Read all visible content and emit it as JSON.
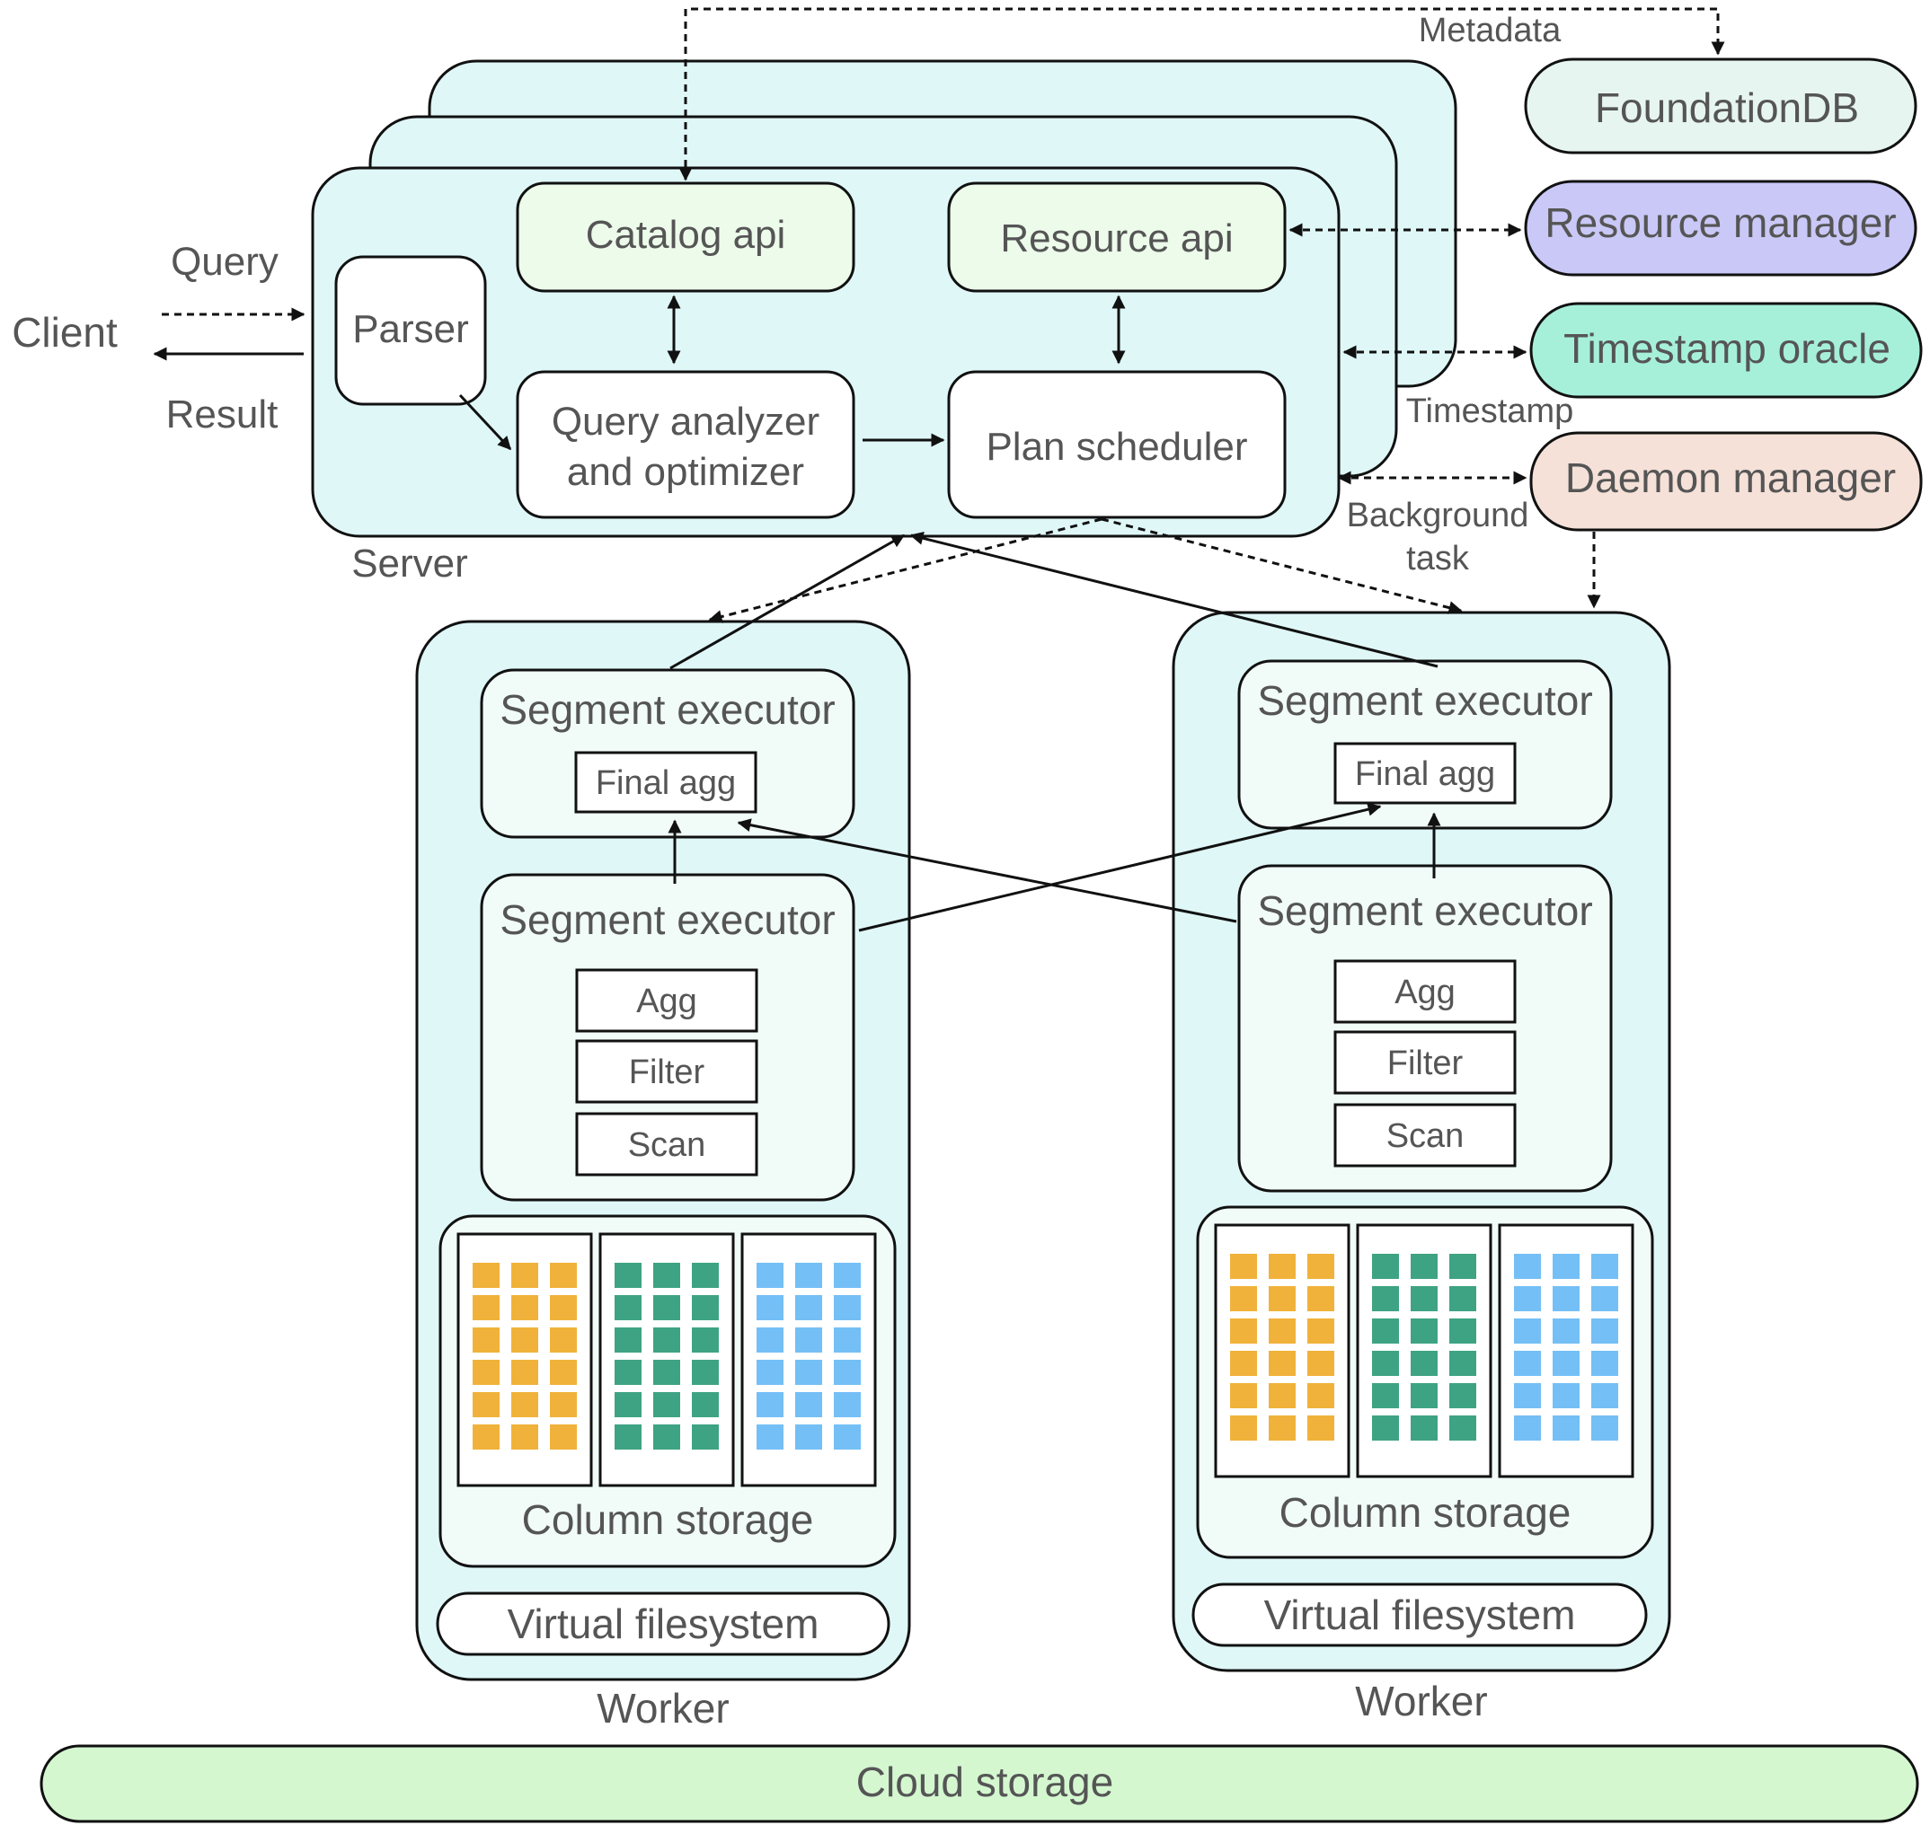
{
  "labels": {
    "metadata": "Metadata",
    "query": "Query",
    "client": "Client",
    "result": "Result",
    "server": "Server",
    "timestamp": "Timestamp",
    "background_line1": "Background",
    "background_line2": "task"
  },
  "server": {
    "catalog_api": "Catalog api",
    "resource_api": "Resource api",
    "parser": "Parser",
    "query_analyzer_line1": "Query analyzer",
    "query_analyzer_line2": "and optimizer",
    "plan_scheduler": "Plan scheduler"
  },
  "services": {
    "foundationdb": "FoundationDB",
    "resource_manager": "Resource manager",
    "timestamp_oracle": "Timestamp oracle",
    "daemon_manager": "Daemon manager"
  },
  "workers": [
    {
      "label": "Worker",
      "segment_top": {
        "title": "Segment executor",
        "op": "Final agg"
      },
      "segment_bottom": {
        "title": "Segment executor",
        "ops": [
          "Agg",
          "Filter",
          "Scan"
        ]
      },
      "column_storage": "Column storage",
      "virtual_fs": "Virtual filesystem"
    },
    {
      "label": "Worker",
      "segment_top": {
        "title": "Segment executor",
        "op": "Final agg"
      },
      "segment_bottom": {
        "title": "Segment executor",
        "ops": [
          "Agg",
          "Filter",
          "Scan"
        ]
      },
      "column_storage": "Column storage",
      "virtual_fs": "Virtual filesystem"
    }
  ],
  "cloud_storage": "Cloud storage",
  "colors": {
    "server_bg": "#e0f7f8",
    "api_bg": "#ecfbea",
    "foundationdb_bg": "#e6f5f0",
    "resource_manager_bg": "#c9c8f7",
    "timestamp_oracle_bg": "#a6f0da",
    "daemon_manager_bg": "#f5e1d8",
    "worker_bg": "#e0f7f8",
    "segment_bg": "#f1fcf9",
    "cloud_bg": "#d4f7d0",
    "col1": "#f0b23a",
    "col2": "#3ea383",
    "col3": "#74bff6"
  }
}
